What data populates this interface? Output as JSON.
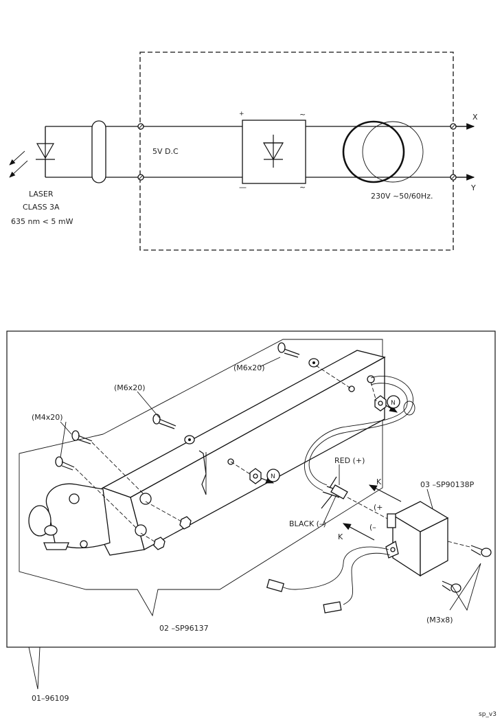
{
  "schematic": {
    "laser_label_line1": "LASER",
    "laser_label_line2": "CLASS 3A",
    "laser_label_line3": "635 nm < 5 mW",
    "dc_label": "5V D.C",
    "plus_sign": "+",
    "minus_sign": "—",
    "tilde_top": "~",
    "tilde_bottom": "~",
    "supply_label": "230V  ~50/60Hz.",
    "terminal_x": "X",
    "terminal_y": "Y"
  },
  "assembly": {
    "screw_m6_top": "(M6x20)",
    "screw_m6_left": "(M6x20)",
    "screw_m4": "(M4x20)",
    "screw_m3": "(M3x8)",
    "nut_marker_1": "N",
    "nut_marker_2": "N",
    "wire_red": "RED (+)",
    "wire_black": "BLACK (–)",
    "pol_plus": "(+",
    "pol_minus": "(–",
    "k_arrow_1": "K",
    "k_arrow_2": "K",
    "part_transformer": "03 –SP90138P",
    "part_housing": "02 –SP96137",
    "part_assembly": "01–96109"
  },
  "footer": {
    "sheet_code": "sp_v3"
  }
}
